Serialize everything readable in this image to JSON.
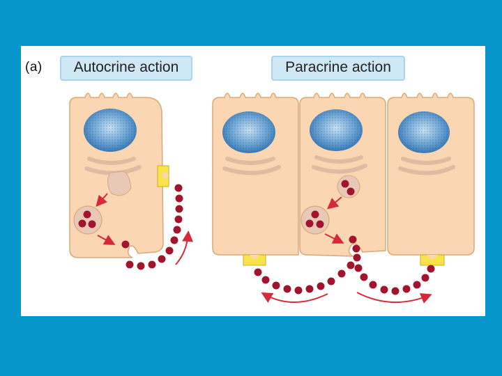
{
  "panel": {
    "label": "(a)",
    "autocrine_title": "Autocrine action",
    "paracrine_title": "Paracrine action"
  },
  "colors": {
    "background": "#0596CC",
    "cell_fill": "#FAD6B2",
    "cell_stroke": "#D9A878",
    "nucleus": "#3C86C2",
    "golgi": "#E7C6AE",
    "vesicle_fill": "#E8C8B6",
    "hormone": "#A0142E",
    "arrow": "#D42A3C",
    "receptor": "#F9E24A"
  },
  "icons": [
    "nucleus-icon",
    "golgi-icon",
    "secretory-vesicle-icon",
    "receptor-icon",
    "hormone-molecule-icon",
    "curved-arrow-icon"
  ]
}
